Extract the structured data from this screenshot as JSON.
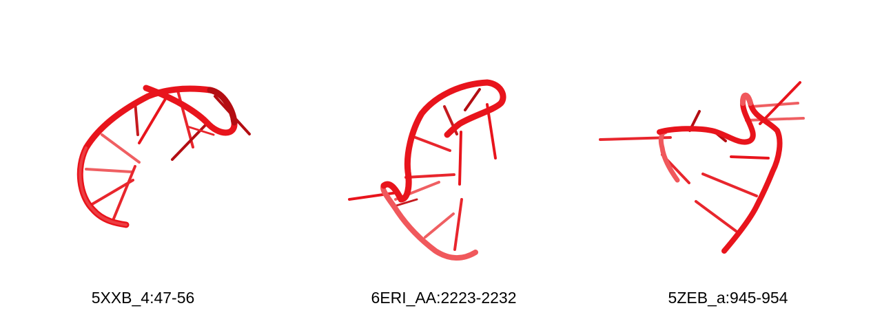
{
  "colors": {
    "backbone": "#e8141c",
    "backbone_dark": "#b30d12",
    "backbone_light": "#f0585c",
    "base": "#e8262d"
  },
  "structures": [
    {
      "label": "5XXB_4:47-56"
    },
    {
      "label": "6ERI_AA:2223-2232"
    },
    {
      "label": "5ZEB_a:945-954"
    }
  ]
}
